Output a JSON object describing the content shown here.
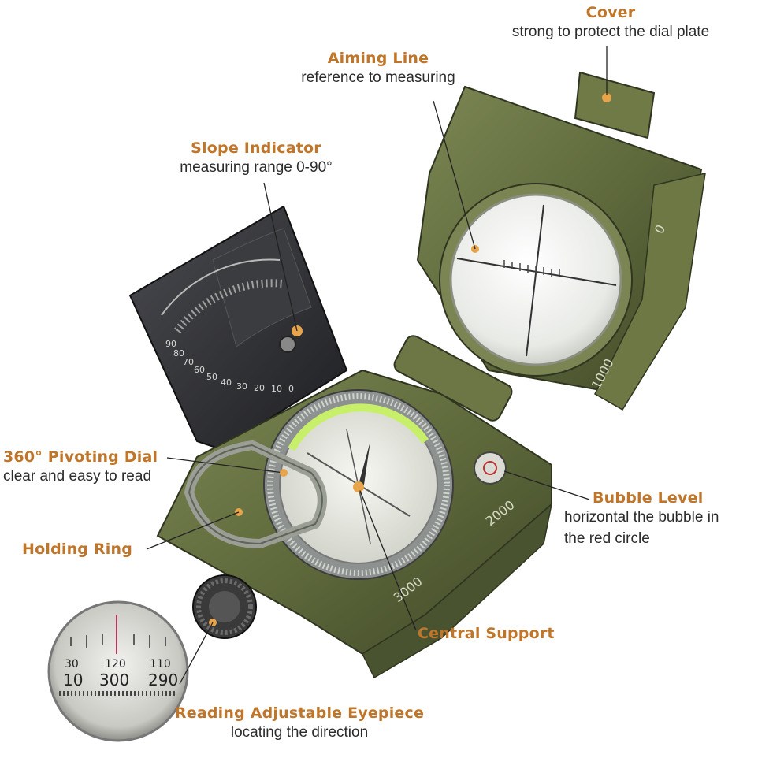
{
  "callouts": {
    "cover": {
      "title": "Cover",
      "desc": "strong to protect the dial plate"
    },
    "aiming_line": {
      "title": "Aiming Line",
      "desc": "reference to measuring"
    },
    "slope_indicator": {
      "title": "Slope Indicator",
      "desc": "measuring range 0-90°"
    },
    "pivoting_dial": {
      "title": "360° Pivoting Dial",
      "desc": "clear and easy to read"
    },
    "holding_ring": {
      "title": "Holding Ring"
    },
    "bubble_level": {
      "title": "Bubble Level",
      "desc_line1": "horizontal the bubble in",
      "desc_line2": "the red circle"
    },
    "central_support": {
      "title": "Central Support"
    },
    "eyepiece": {
      "title": "Reading Adjustable Eyepiece",
      "desc": "locating the direction"
    }
  },
  "scale_labels": {
    "ruler_1000": "1000",
    "ruler_2000": "2000",
    "ruler_3000": "3000",
    "lid_0": "0",
    "eyepiece_top": [
      "30",
      "120",
      "110"
    ],
    "eyepiece_bottom": [
      "10",
      "300",
      "290"
    ],
    "clino": [
      "90",
      "80",
      "70",
      "60",
      "50",
      "40",
      "30",
      "20",
      "10",
      "0"
    ]
  },
  "colors": {
    "accent": "#c0762a",
    "body_green": "#5f6a3c",
    "body_dark": "#3e4628",
    "plate": "#2a2b2e"
  }
}
